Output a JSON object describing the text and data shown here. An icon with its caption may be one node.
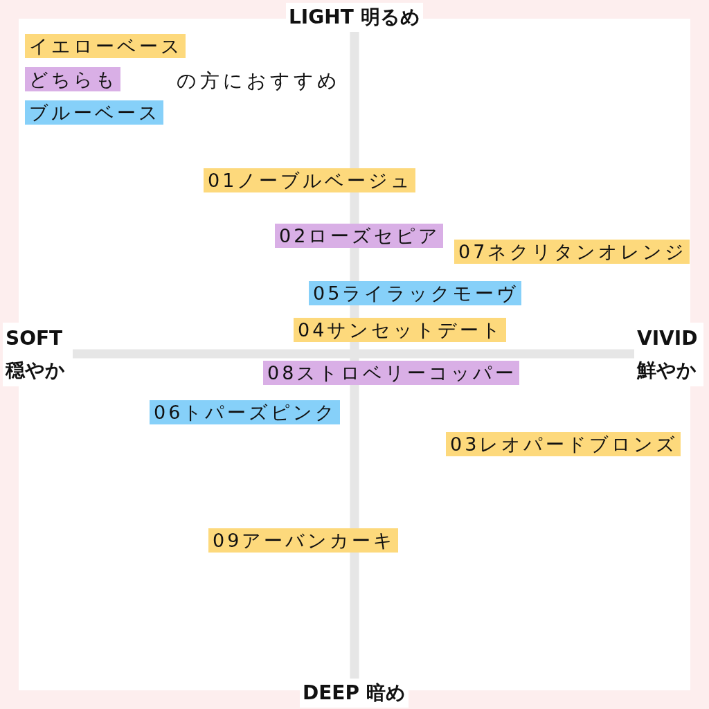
{
  "diagram": {
    "nodes": [
      {
        "text": [
          "01ノーブルベージュ"
        ]
      },
      {
        "text": [
          "02ローズセピア"
        ]
      },
      {
        "text": [
          "07ネクリタンオレンジ"
        ]
      },
      {
        "text": [
          "05ライラックモーヴ"
        ]
      },
      {
        "text": [
          "04サンセットデート"
        ]
      },
      {
        "text": [
          "08ストロベリーコッパー"
        ]
      },
      {
        "text": [
          "06トパーズピンク"
        ]
      },
      {
        "text": [
          "03レオパードブロンズ"
        ]
      },
      {
        "text": [
          "09アーバンカーキ"
        ]
      }
    ],
    "labels": [
      "LIGHT 明るめ",
      "の方におすすめ",
      "SOFT 穏やか",
      "VIVID 鮮やか",
      "DEEP 暗め"
    ],
    "legend": [
      {
        "text": "イエローベース",
        "color": "#fdd97c"
      },
      {
        "text": "どちらも",
        "color": "#d9afe6"
      },
      {
        "text": "ブルーベース",
        "color": "#86d0f9"
      }
    ]
  }
}
